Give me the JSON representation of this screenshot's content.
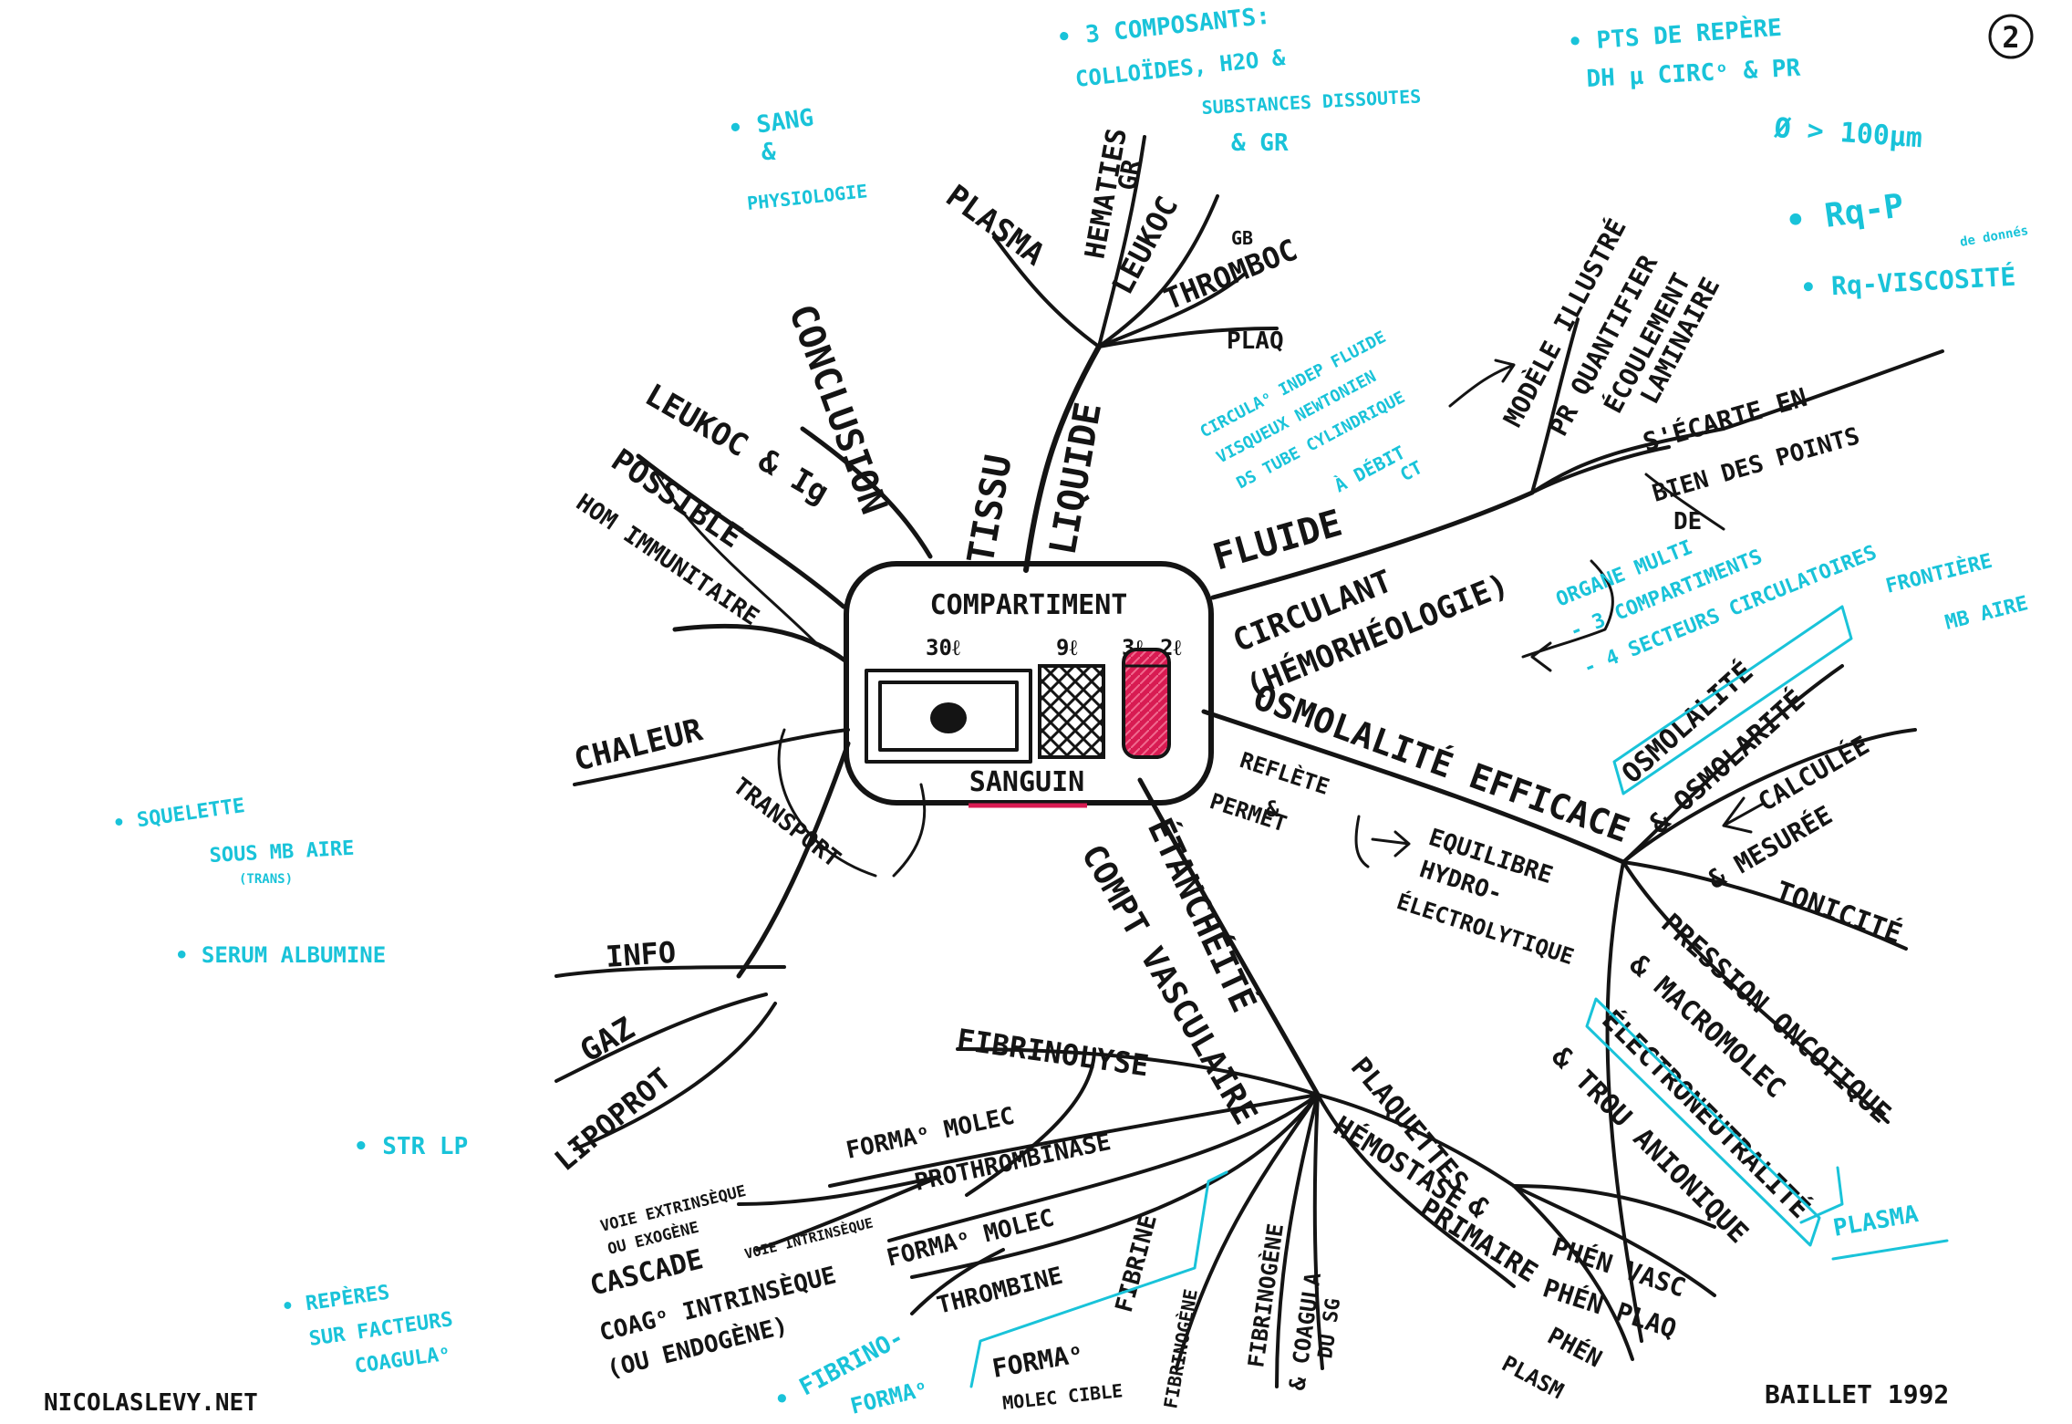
{
  "page_number": "2",
  "center": {
    "title": "COMPARTIMENT",
    "vol_1": "30ℓ",
    "vol_2": "9ℓ",
    "vol_3": "3ℓ",
    "vol_4": "2ℓ",
    "subtitle": "SANGUIN"
  },
  "top_branch": {
    "tissu": "TISSU",
    "liquide": "LIQUIDE",
    "plasma": "PLASMA",
    "hematies": "HEMATIES",
    "gr": "GR",
    "leukoc": "LEUKOC",
    "gb": "GB",
    "thromboc": "THROMBOC",
    "plaq": "PLAQ"
  },
  "left_upper_branch": {
    "conclusion": "CONCLUSION",
    "leukoc_ig": "LEUKOC & Ig",
    "possible": "POSSIBLE",
    "hom_immunitaire": "HOM IMMUNITAIRE",
    "chaleur": "CHALEUR",
    "transport": "TRANSPORT"
  },
  "left_lower_branch": {
    "info": "INFO",
    "gaz": "GAZ",
    "lipoprot": "LIPOPROT"
  },
  "right_upper_branch": {
    "fluide": "FLUIDE",
    "circulant": "CIRCULANT",
    "hemorheologie": "(HÉMORHÉOLOGIE)",
    "modele_line1": "MODÈLE ILLUSTRÉ",
    "modele_line2": "PR QUANTIFIER",
    "modele_line3": "ÉCOULEMENT",
    "modele_line4": "LAMINAIRE",
    "ecarte_line1": "S'ÉCARTE EN",
    "ecarte_line2": "BIEN DES POINTS",
    "ecarte_line3": "DE"
  },
  "right_middle_branch": {
    "osmolalite_efficace": "OSMOLALITÉ EFFICACE",
    "reflete": "REFLÈTE",
    "et": "&",
    "permet": "PERMET",
    "equilibre_line1": "EQUILIBRE",
    "equilibre_line2": "HYDRO-",
    "equilibre_line3": "ÉLECTROLYTIQUE",
    "osmolalite": "OSMOLALITÉ",
    "osmolarite": "& OSMOLARITÉ",
    "calculee": "CALCULÉE",
    "mesuree": "& MESURÉE",
    "tonicite": "TONICITÉ",
    "pression": "PRESSION ONCOTIQUE",
    "macromolec": "& MACROMOLEC",
    "electroneutralite": "ÉLECTRONEUTRALITÉ",
    "trou_anionique": "& TROU ANIONIQUE"
  },
  "bottom_branch": {
    "etancheite": "ÉTANCHÉITÉ",
    "compt_vasculaire": "COMPT VASCULAIRE",
    "fibrinolyse": "FIBRINOLYSE",
    "plaquettes": "PLAQUETTES &",
    "hemostase": "HÉMOSTASE",
    "primaire": "PRIMAIRE",
    "phen_vasc": "PHÉN VASC",
    "phen_plaq": "PHÉN PLAQ",
    "phen": "PHÉN",
    "plasm": "PLASM",
    "forma_molec": "FORMAᵒ MOLEC",
    "prothrombinase": "PROTHROMBINASE",
    "voie_extrinseque": "VOIE EXTRINSÈQUE",
    "ou_exogene": "OU EXOGÈNE",
    "cascade": "CASCADE",
    "voie_intrinseque": "VOIE INTRINSÈQUE",
    "coag_intrinseque": "COAGᵒ INTRINSÈQUE",
    "ou_endogene": "(OU ENDOGÈNE)",
    "forma_molec_2": "FORMAᵒ MOLEC",
    "thrombine": "THROMBINE",
    "fibrine": "FIBRINE",
    "formao": "FORMAᵒ",
    "molec_cible": "MOLEC CIBLE",
    "fibrinogene_1": "FIBRINOGÈNE",
    "fibrinogene_2": "FIBRINOGÈNE",
    "coagula": "& COAGULA",
    "du_sg": "DU SG"
  },
  "notes": {
    "sang_physiologie_1": "• SANG",
    "sang_physiologie_2": "&",
    "sang_physiologie_3": "PHYSIOLOGIE",
    "composants_1": "• 3 COMPOSANTS:",
    "composants_2": "COLLOÏDES, H2O &",
    "composants_3": "SUBSTANCES DISSOUTES",
    "composants_4": "& GR",
    "reperes_1": "• PTS DE REPÈRE",
    "reperes_2": "DH μ CIRCᵒ & PR",
    "reperes_3": "Ø > 100μm",
    "rq_p": "• Rq-P",
    "de_donnes": "de donnés",
    "rq_viscosite": "• Rq-VISCOSITÉ",
    "circula_1": "CIRCULAᵒ INDEP FLUIDE",
    "circula_2": "VISQUEUX NEWTONIEN",
    "circula_3": "DS TUBE CYLINDRIQUE",
    "circula_4": "À DÉBIT",
    "circula_5": "CT",
    "organe_1": "ORGANE MULTI",
    "organe_2": "- 3 COMPARTIMENTS",
    "organe_3": "- 4 SECTEURS CIRCULATOIRES",
    "frontiere_1": "FRONTIÈRE",
    "frontiere_2": "MB AIRE",
    "plasma": "PLASMA",
    "squelette_1": "• SQUELETTE",
    "squelette_2": "SOUS MB AIRE",
    "squelette_3": "(TRANS)",
    "serum": "• SERUM ALBUMINE",
    "str_lp": "• STR LP",
    "reperes_coag_1": "• REPÈRES",
    "reperes_coag_2": "SUR FACTEURS",
    "reperes_coag_3": "COAGULAᵒ",
    "fibrino_1": "• FIBRINO-",
    "fibrino_2": "FORMAᵒ"
  },
  "footer": {
    "site": "NICOLASLEVY.NET",
    "signature": "BAILLET 1992"
  },
  "colors": {
    "ink": "#141414",
    "cyan": "#19c3d9",
    "red": "#d81b52"
  }
}
